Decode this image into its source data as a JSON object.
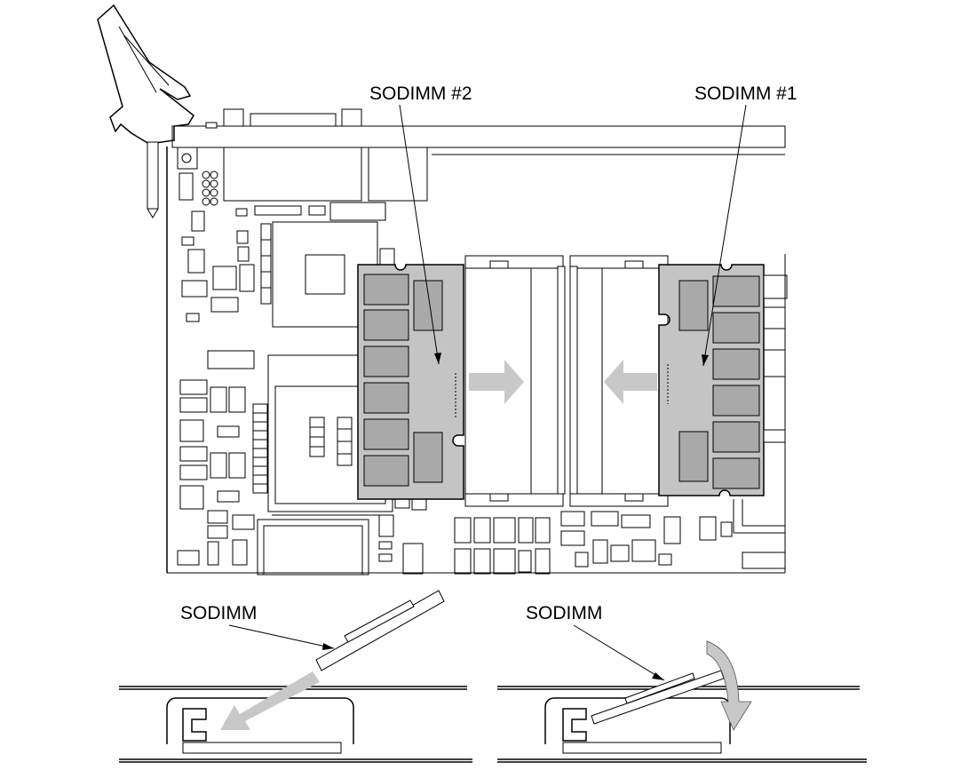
{
  "labels": {
    "sodimm2": "SODIMM #2",
    "sodimm1": "SODIMM #1",
    "sodimm_left": "SODIMM",
    "sodimm_right": "SODIMM"
  },
  "colors": {
    "module_fill": "#c4c4c4",
    "chip_fill": "#a9a9a9",
    "arrow_fill": "#c8c8c8",
    "line": "#000000"
  }
}
